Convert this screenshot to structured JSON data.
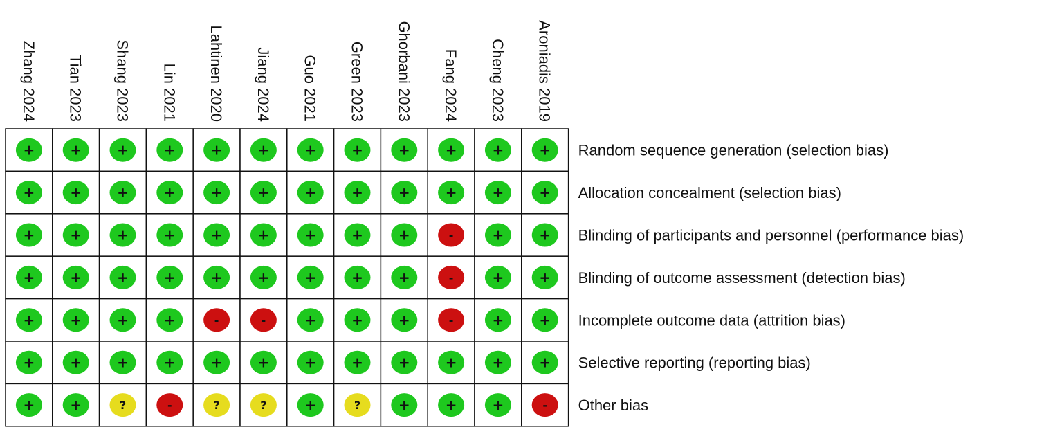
{
  "chart_data": {
    "type": "table",
    "studies": [
      "Zhang 2024",
      "Tian 2023",
      "Shang 2023",
      "Lin 2021",
      "Lahtinen  2020",
      "Jiang 2024",
      "Guo 2021",
      "Green 2023",
      "Ghorbani 2023",
      "Fang  2024",
      "Cheng 2023",
      "Aroniadis 2019"
    ],
    "domains": [
      "Random sequence generation (selection bias)",
      "Allocation concealment (selection bias)",
      "Blinding of participants and personnel (performance bias)",
      "Blinding of outcome assessment (detection bias)",
      "Incomplete outcome data (attrition bias)",
      "Selective reporting (reporting bias)",
      "Other bias"
    ],
    "judgements": [
      [
        "low",
        "low",
        "low",
        "low",
        "low",
        "low",
        "low",
        "low",
        "low",
        "low",
        "low",
        "low"
      ],
      [
        "low",
        "low",
        "low",
        "low",
        "low",
        "low",
        "low",
        "low",
        "low",
        "low",
        "low",
        "low"
      ],
      [
        "low",
        "low",
        "low",
        "low",
        "low",
        "low",
        "low",
        "low",
        "low",
        "high",
        "low",
        "low"
      ],
      [
        "low",
        "low",
        "low",
        "low",
        "low",
        "low",
        "low",
        "low",
        "low",
        "high",
        "low",
        "low"
      ],
      [
        "low",
        "low",
        "low",
        "low",
        "high",
        "high",
        "low",
        "low",
        "low",
        "high",
        "low",
        "low"
      ],
      [
        "low",
        "low",
        "low",
        "low",
        "low",
        "low",
        "low",
        "low",
        "low",
        "low",
        "low",
        "low"
      ],
      [
        "low",
        "low",
        "unclear",
        "high",
        "unclear",
        "unclear",
        "low",
        "unclear",
        "low",
        "low",
        "low",
        "high"
      ]
    ],
    "levels": {
      "low": {
        "symbol": "+",
        "color": "#1ec81e"
      },
      "unclear": {
        "symbol": "?",
        "color": "#e6dc1e"
      },
      "high": {
        "symbol": "-",
        "color": "#cc1010"
      }
    }
  }
}
